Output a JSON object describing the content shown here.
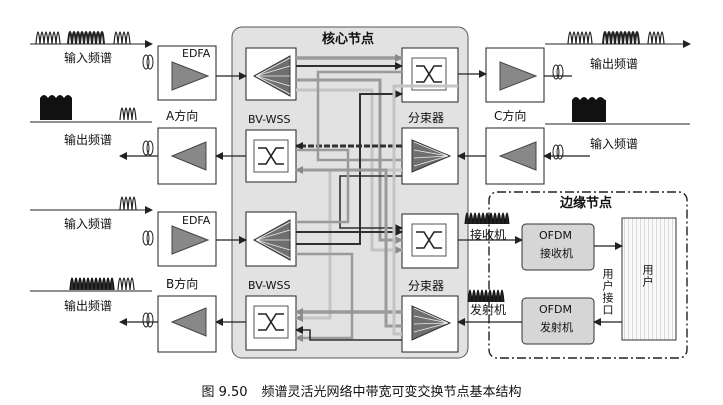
{
  "caption": {
    "figure_number": "图 9.50",
    "text": "频谱灵活光网络中带宽可变交换节点基本结构"
  },
  "labels": {
    "core_node": "核心节点",
    "edge_node": "边缘节点",
    "edfa_top": "EDFA",
    "edfa_bottom": "EDFA",
    "direction_a": "A方向",
    "direction_b": "B方向",
    "direction_c": "C方向",
    "bvwss_top": "BV-WSS",
    "bvwss_bottom": "BV-WSS",
    "splitter_top": "分束器",
    "splitter_bottom": "分束器",
    "input_spectrum_a": "输入频谱",
    "output_spectrum_a": "输出频谱",
    "input_spectrum_b": "输入频谱",
    "output_spectrum_b": "输出频谱",
    "output_spectrum_c": "输出频谱",
    "input_spectrum_c": "输入频谱",
    "receiver": "接收机",
    "transmitter": "发射机",
    "ofdm_rx": [
      "OFDM",
      "接收机"
    ],
    "ofdm_tx": [
      "OFDM",
      "发射机"
    ],
    "user_interface": "用户接口",
    "user": "用户"
  },
  "colors": {
    "core_bg": "#e2e2e2",
    "ofdm_box": "#d6d6d6",
    "line_gray": "#9a9a9a",
    "line_dark": "#303030",
    "line_light": "#c4c4c4"
  }
}
